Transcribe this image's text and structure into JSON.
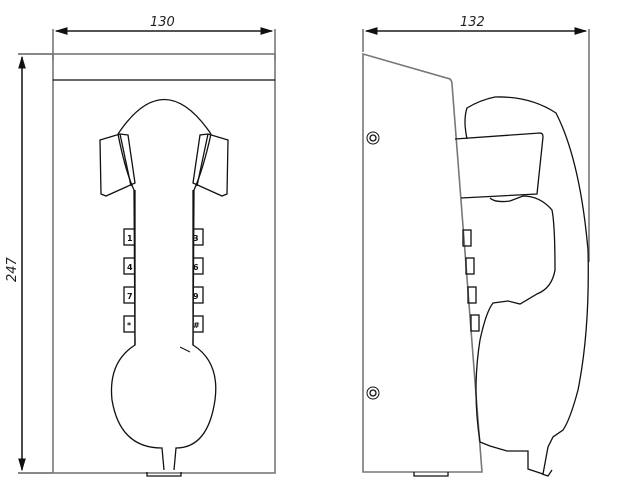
{
  "drawing": {
    "title": "Wall-mounted telephone technical drawing",
    "units": "mm",
    "colors": {
      "stroke": "#111111",
      "frame": "#777777",
      "background": "#ffffff"
    }
  },
  "front_view": {
    "dimensions": {
      "width": "130",
      "height": "247"
    },
    "keypad": {
      "left_column": [
        "1",
        "4",
        "7",
        "*"
      ],
      "right_column": [
        "3",
        "6",
        "9",
        "#"
      ]
    }
  },
  "side_view": {
    "dimensions": {
      "depth": "132"
    },
    "screws": 2,
    "key_count": 4
  }
}
